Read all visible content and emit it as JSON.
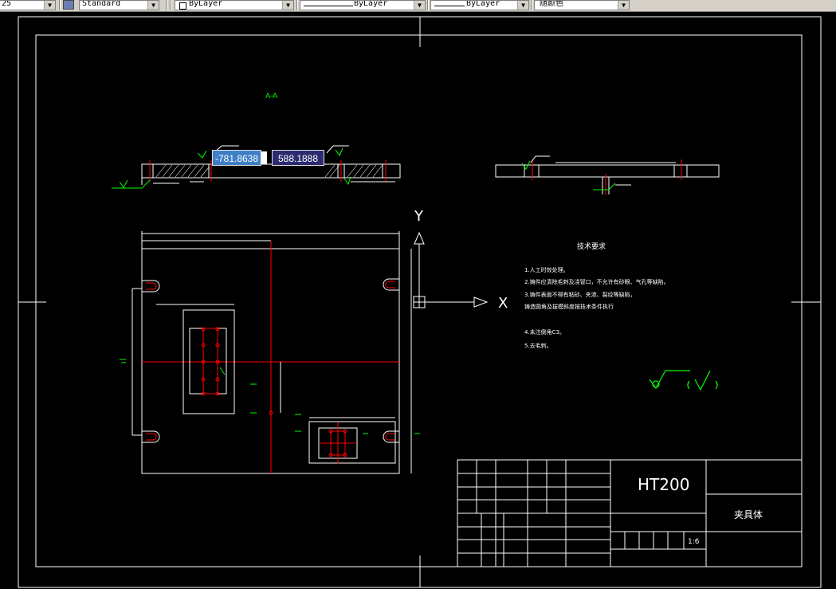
{
  "toolbar": {
    "scale_value": "25",
    "text_style": "Standard",
    "layer": "ByLayer",
    "linetype": "ByLayer",
    "lineweight": "ByLayer",
    "color": "随颜色"
  },
  "drawing": {
    "section_label": "A-A",
    "ucs_y_label": "Y",
    "ucs_x_label": "X",
    "requirements_title": "技术要求",
    "requirements": [
      "1.人工时效处理。",
      "2.铸件应清除毛刺及浇冒口，不允许有砂眼、气孔等缺陷。",
      "3.铸件表面不得有粘砂、夹渣、裂纹等缺陷，",
      "铸造圆角及拔模斜度按技术条件执行",
      "4.未注倒角C3。",
      "5.去毛刺。"
    ],
    "title_block": {
      "material": "HT200",
      "part_name": "夹具体",
      "scale": "1:6"
    },
    "colors": {
      "background": "#000000",
      "lines": "#ffffff",
      "centerline": "#ff0000",
      "dimension": "#00ff00"
    }
  },
  "coordinate_input": {
    "x_value": "-781.8638",
    "y_value": "588.1888"
  }
}
